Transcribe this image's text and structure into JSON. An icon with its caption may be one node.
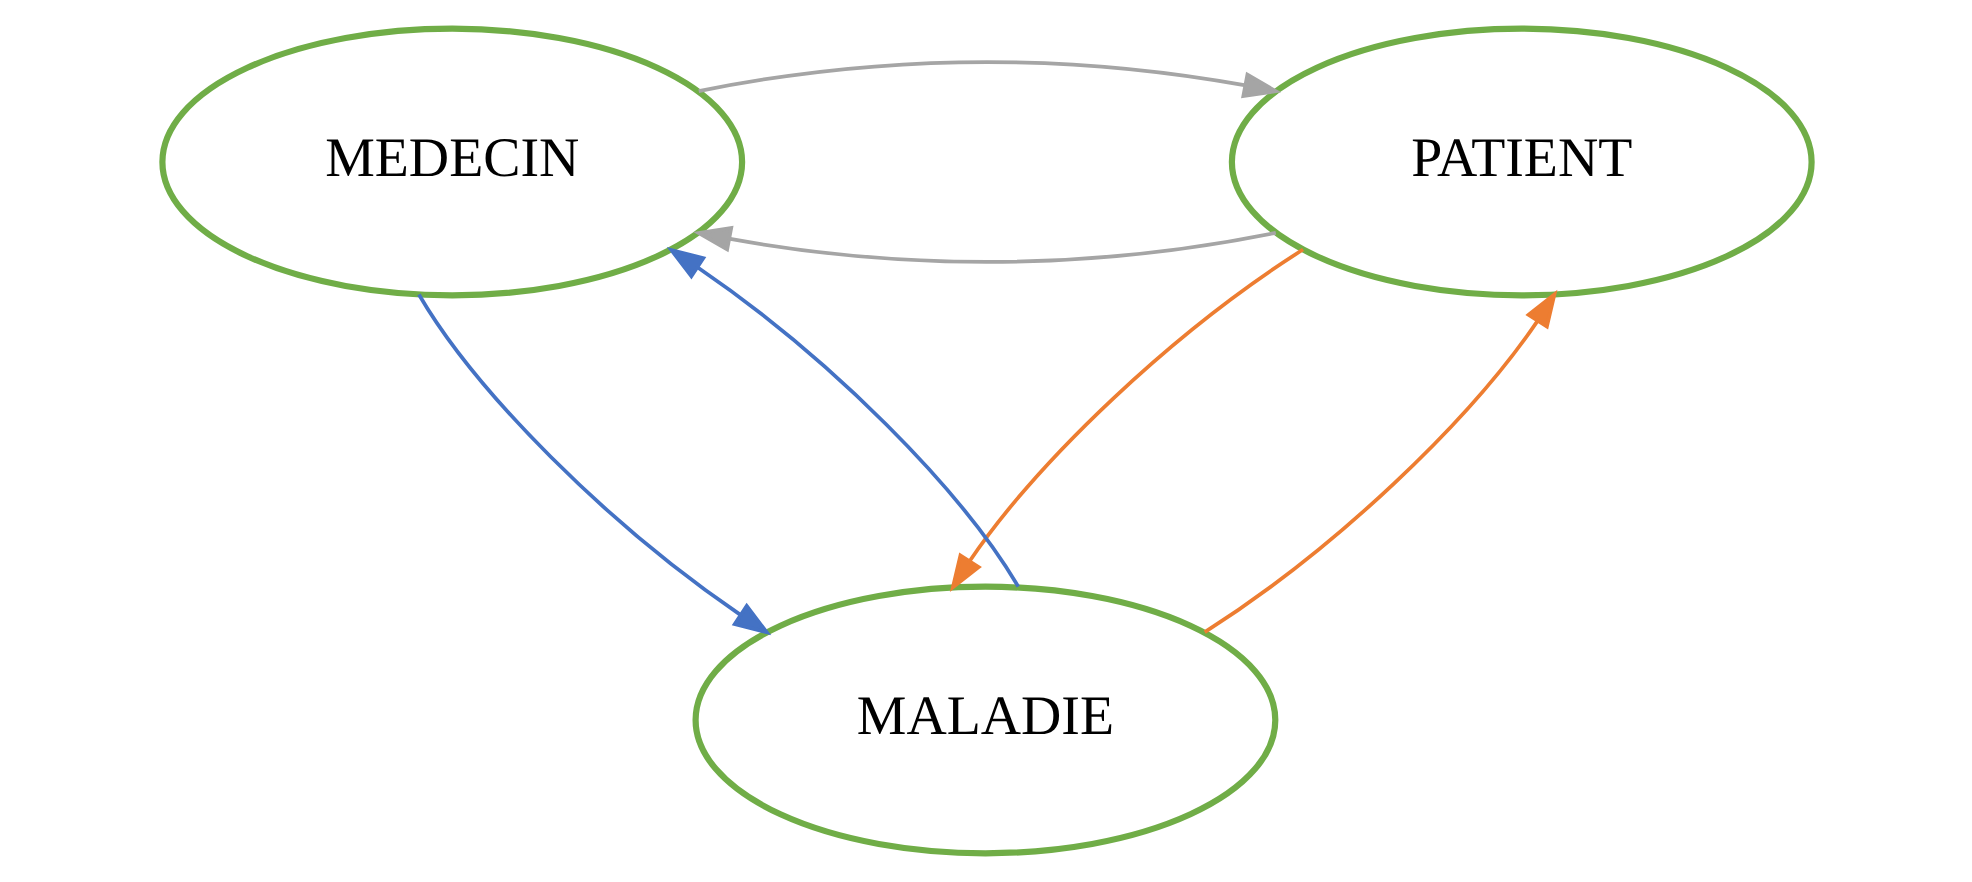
{
  "diagram": {
    "nodes": [
      {
        "text": [
          "MEDECIN"
        ]
      },
      {
        "text": [
          "PATIENT"
        ]
      },
      {
        "text": [
          "MALADIE"
        ]
      }
    ],
    "edges": [
      {
        "from": 1,
        "to": 0,
        "arrow": "to",
        "color": "#a5a5a5"
      },
      {
        "from": 0,
        "to": 1,
        "arrow": "to",
        "color": "#a5a5a5"
      },
      {
        "from": 2,
        "to": 0,
        "arrow": "to",
        "color": "#4472c4"
      },
      {
        "from": 0,
        "to": 2,
        "arrow": "to",
        "color": "#4472c4"
      },
      {
        "from": 2,
        "to": 1,
        "arrow": "to",
        "color": "#ed7d31"
      },
      {
        "from": 1,
        "to": 2,
        "arrow": "to",
        "color": "#ed7d31"
      }
    ]
  }
}
